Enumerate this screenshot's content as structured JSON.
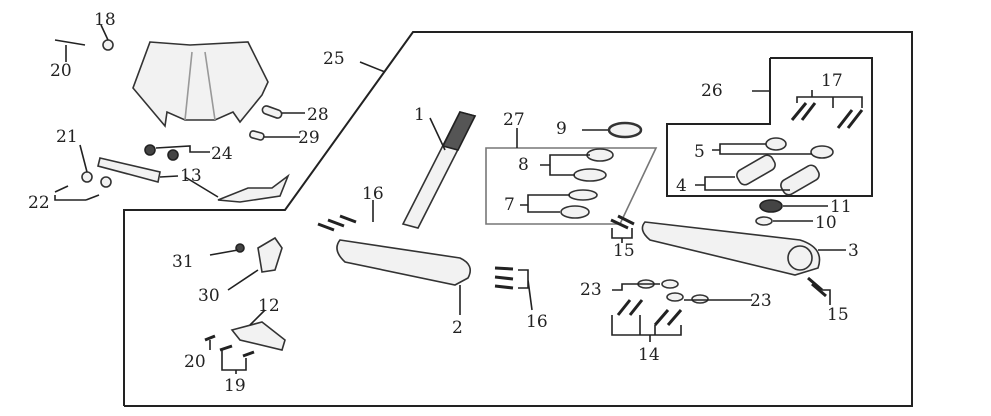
{
  "title": "Steering stem / headlight cowl parts diagram",
  "callouts": [
    "18",
    "20",
    "28",
    "29",
    "24",
    "21",
    "13",
    "22",
    "25",
    "16",
    "1",
    "27",
    "9",
    "8",
    "7",
    "26",
    "17",
    "5",
    "4",
    "11",
    "10",
    "15",
    "3",
    "15",
    "23",
    "23",
    "14",
    "2",
    "16",
    "31",
    "30",
    "12",
    "20",
    "19"
  ]
}
